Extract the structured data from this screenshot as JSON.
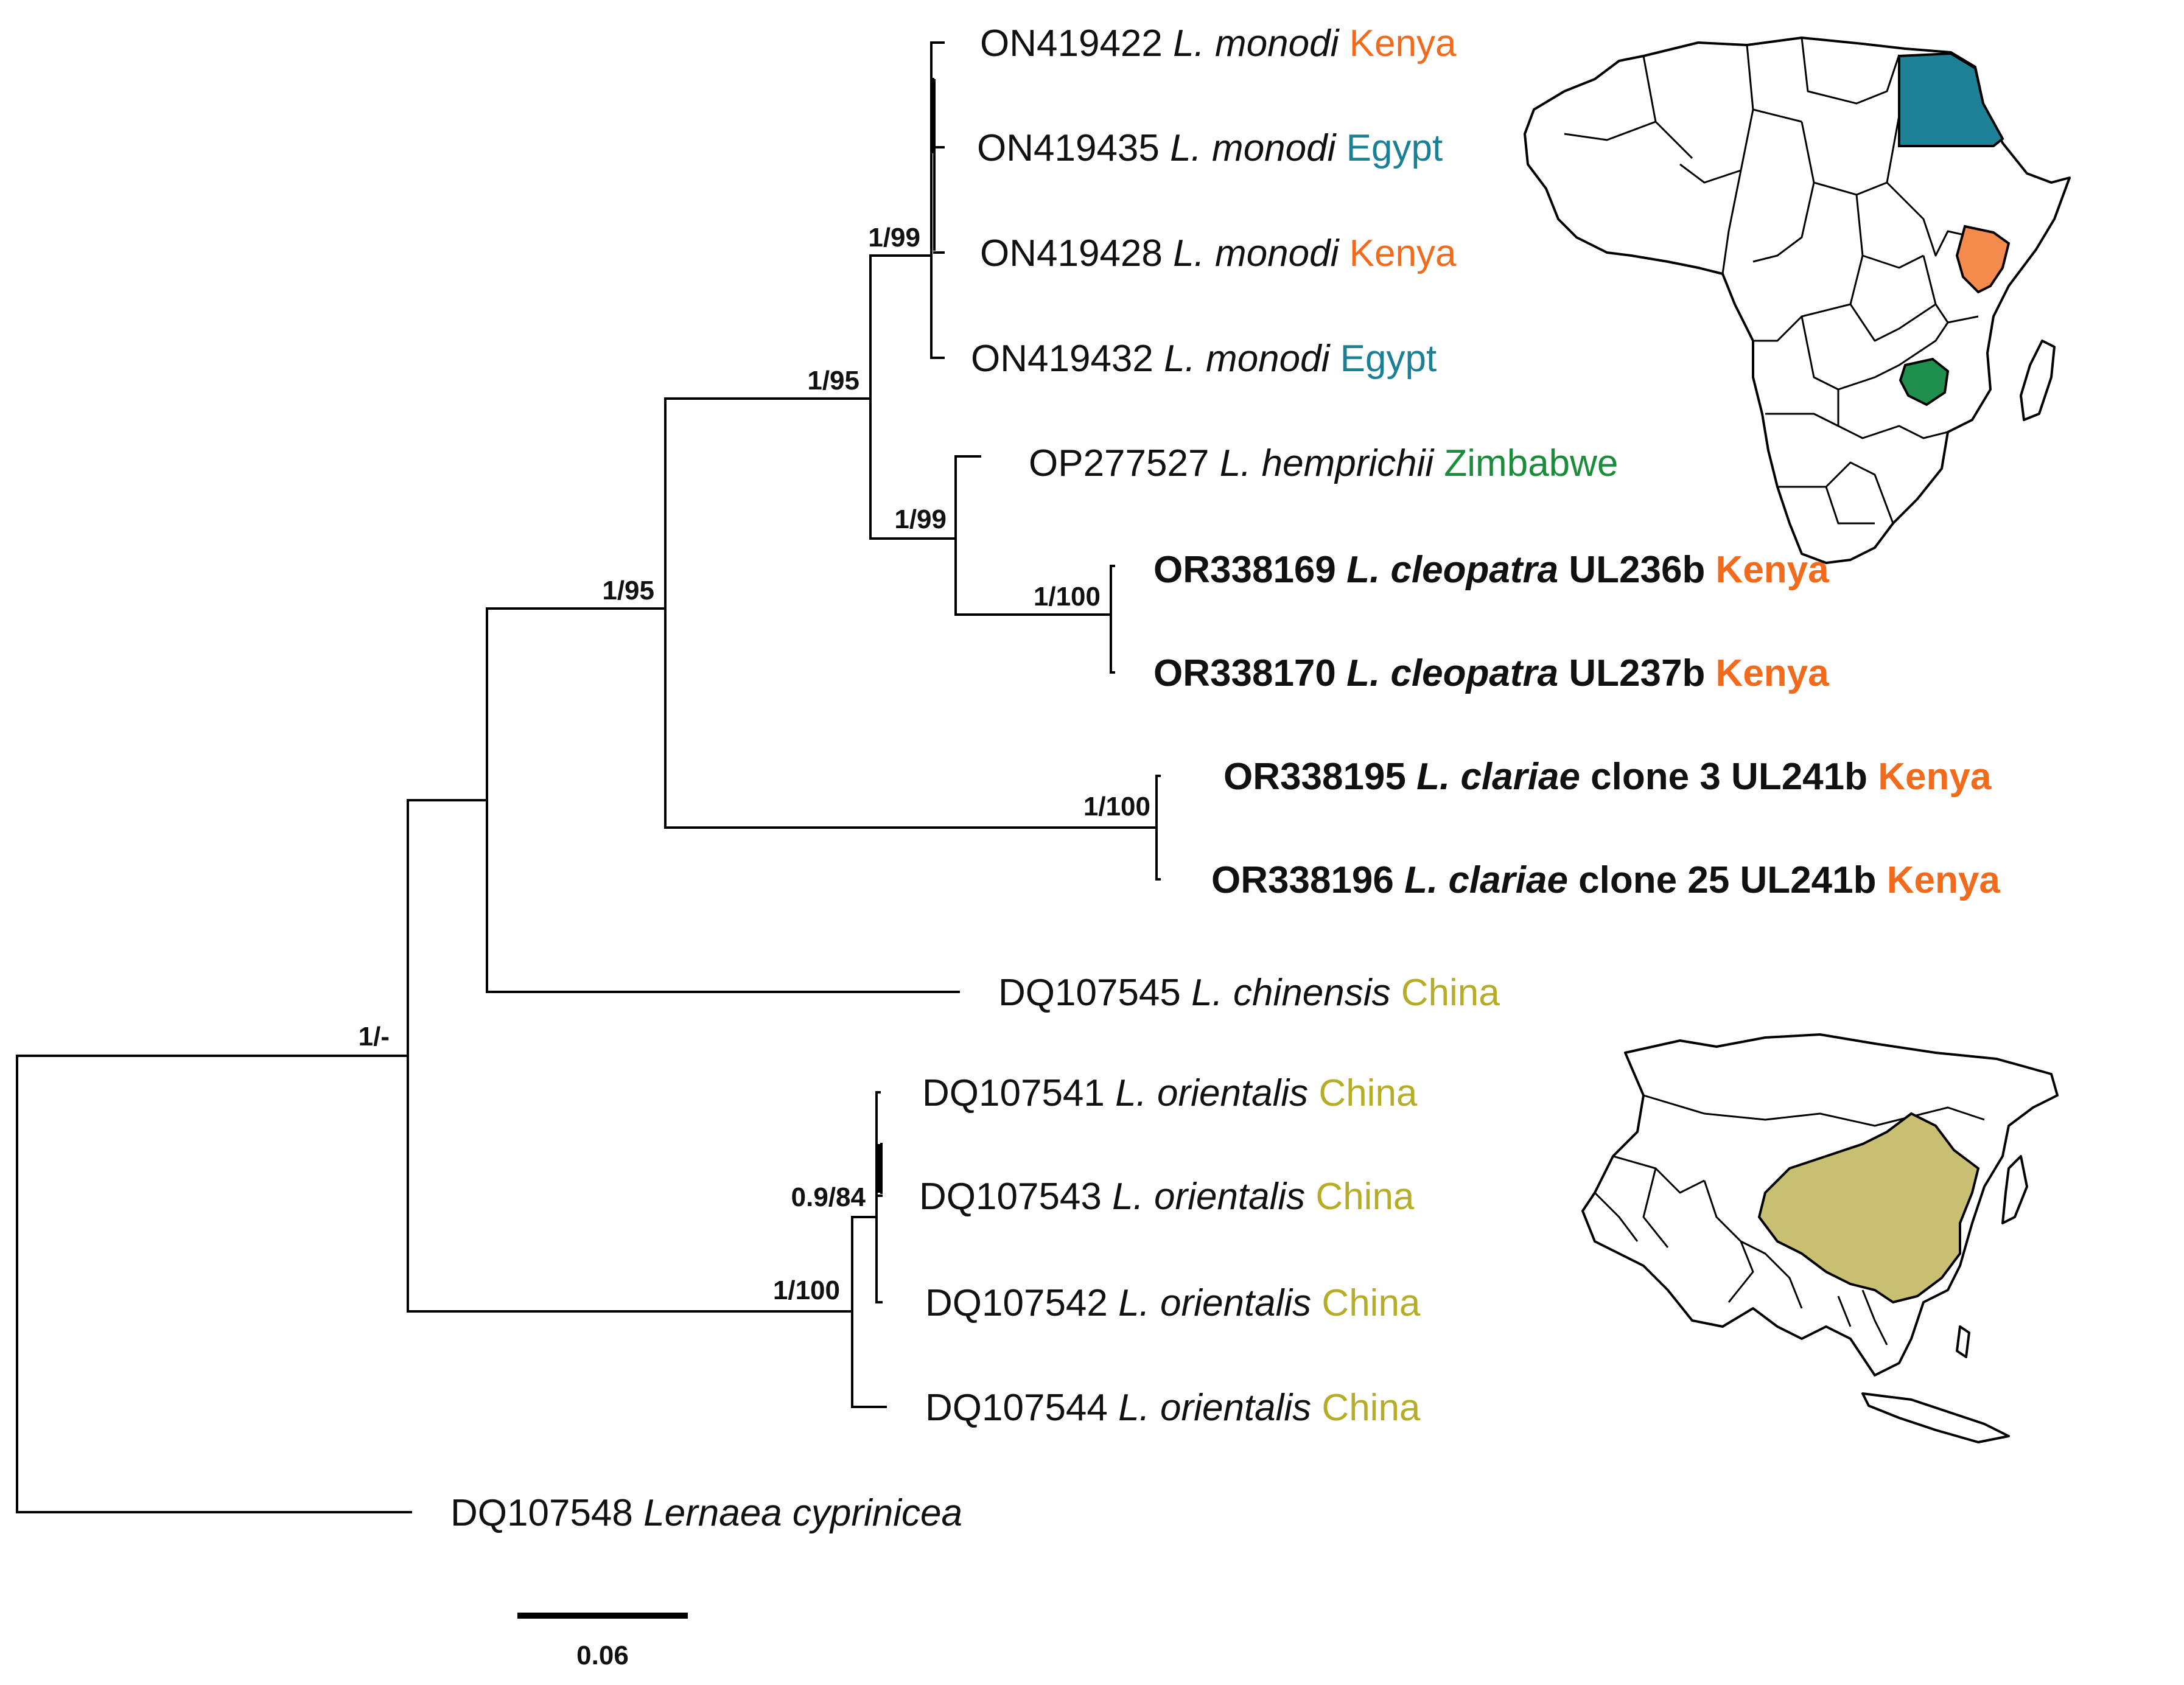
{
  "colors": {
    "Kenya": "#f26a1b",
    "Egypt": "#1b7f95",
    "Zimbabwe": "#1a8c3a",
    "China": "#b5ad27",
    "china_fill": "#c9bf72",
    "egypt_fill": "#1e8196",
    "kenya_fill": "#f58a4d",
    "zimbabwe_fill": "#1e8f4c"
  },
  "tips": [
    {
      "id": "t1",
      "acc": "ON419422",
      "sp": "L. monodi",
      "extra": "",
      "country": "Kenya",
      "bold": false
    },
    {
      "id": "t2",
      "acc": "ON419435",
      "sp": "L. monodi",
      "extra": "",
      "country": "Egypt",
      "bold": false
    },
    {
      "id": "t3",
      "acc": "ON419428",
      "sp": "L. monodi",
      "extra": "",
      "country": "Kenya",
      "bold": false
    },
    {
      "id": "t4",
      "acc": "ON419432",
      "sp": "L. monodi",
      "extra": "",
      "country": "Egypt",
      "bold": false
    },
    {
      "id": "t5",
      "acc": "OP277527",
      "sp": "L. hemprichii",
      "extra": "",
      "country": "Zimbabwe",
      "bold": false
    },
    {
      "id": "t6",
      "acc": "OR338169",
      "sp": "L. cleopatra",
      "extra": "UL236b",
      "country": "Kenya",
      "bold": true
    },
    {
      "id": "t7",
      "acc": "OR338170",
      "sp": "L. cleopatra",
      "extra": "UL237b",
      "country": "Kenya",
      "bold": true
    },
    {
      "id": "t8",
      "acc": "OR338195",
      "sp": "L. clariae",
      "extra": "clone 3 UL241b",
      "country": "Kenya",
      "bold": true
    },
    {
      "id": "t9",
      "acc": "OR338196",
      "sp": "L. clariae",
      "extra": "clone 25 UL241b",
      "country": "Kenya",
      "bold": true
    },
    {
      "id": "t10",
      "acc": "DQ107545",
      "sp": "L. chinensis",
      "extra": "",
      "country": "China",
      "bold": false
    },
    {
      "id": "t11",
      "acc": "DQ107541",
      "sp": "L. orientalis",
      "extra": "",
      "country": "China",
      "bold": false
    },
    {
      "id": "t12",
      "acc": "DQ107543",
      "sp": "L. orientalis",
      "extra": "",
      "country": "China",
      "bold": false
    },
    {
      "id": "t13",
      "acc": "DQ107542",
      "sp": "L. orientalis",
      "extra": "",
      "country": "China",
      "bold": false
    },
    {
      "id": "t14",
      "acc": "DQ107544",
      "sp": "L. orientalis",
      "extra": "",
      "country": "China",
      "bold": false
    },
    {
      "id": "t15",
      "acc": "DQ107548",
      "sp": "Lernaea cyprinicea",
      "extra": "",
      "country": "",
      "bold": false
    }
  ],
  "supports": {
    "s_root": "1/-",
    "s_afr": "1/95",
    "s_monhem": "1/95",
    "s_monodi": "1/99",
    "s_hemcleo": "1/99",
    "s_cleo": "1/100",
    "s_clariae": "1/100",
    "s_orient": "1/100",
    "s_orient_sub": "0.9/84"
  },
  "scale_bar": {
    "label": "0.06"
  },
  "maps": [
    {
      "region": "Africa",
      "highlighted": [
        "Egypt",
        "Kenya",
        "Zimbabwe"
      ]
    },
    {
      "region": "Asia",
      "highlighted": [
        "China"
      ]
    }
  ]
}
